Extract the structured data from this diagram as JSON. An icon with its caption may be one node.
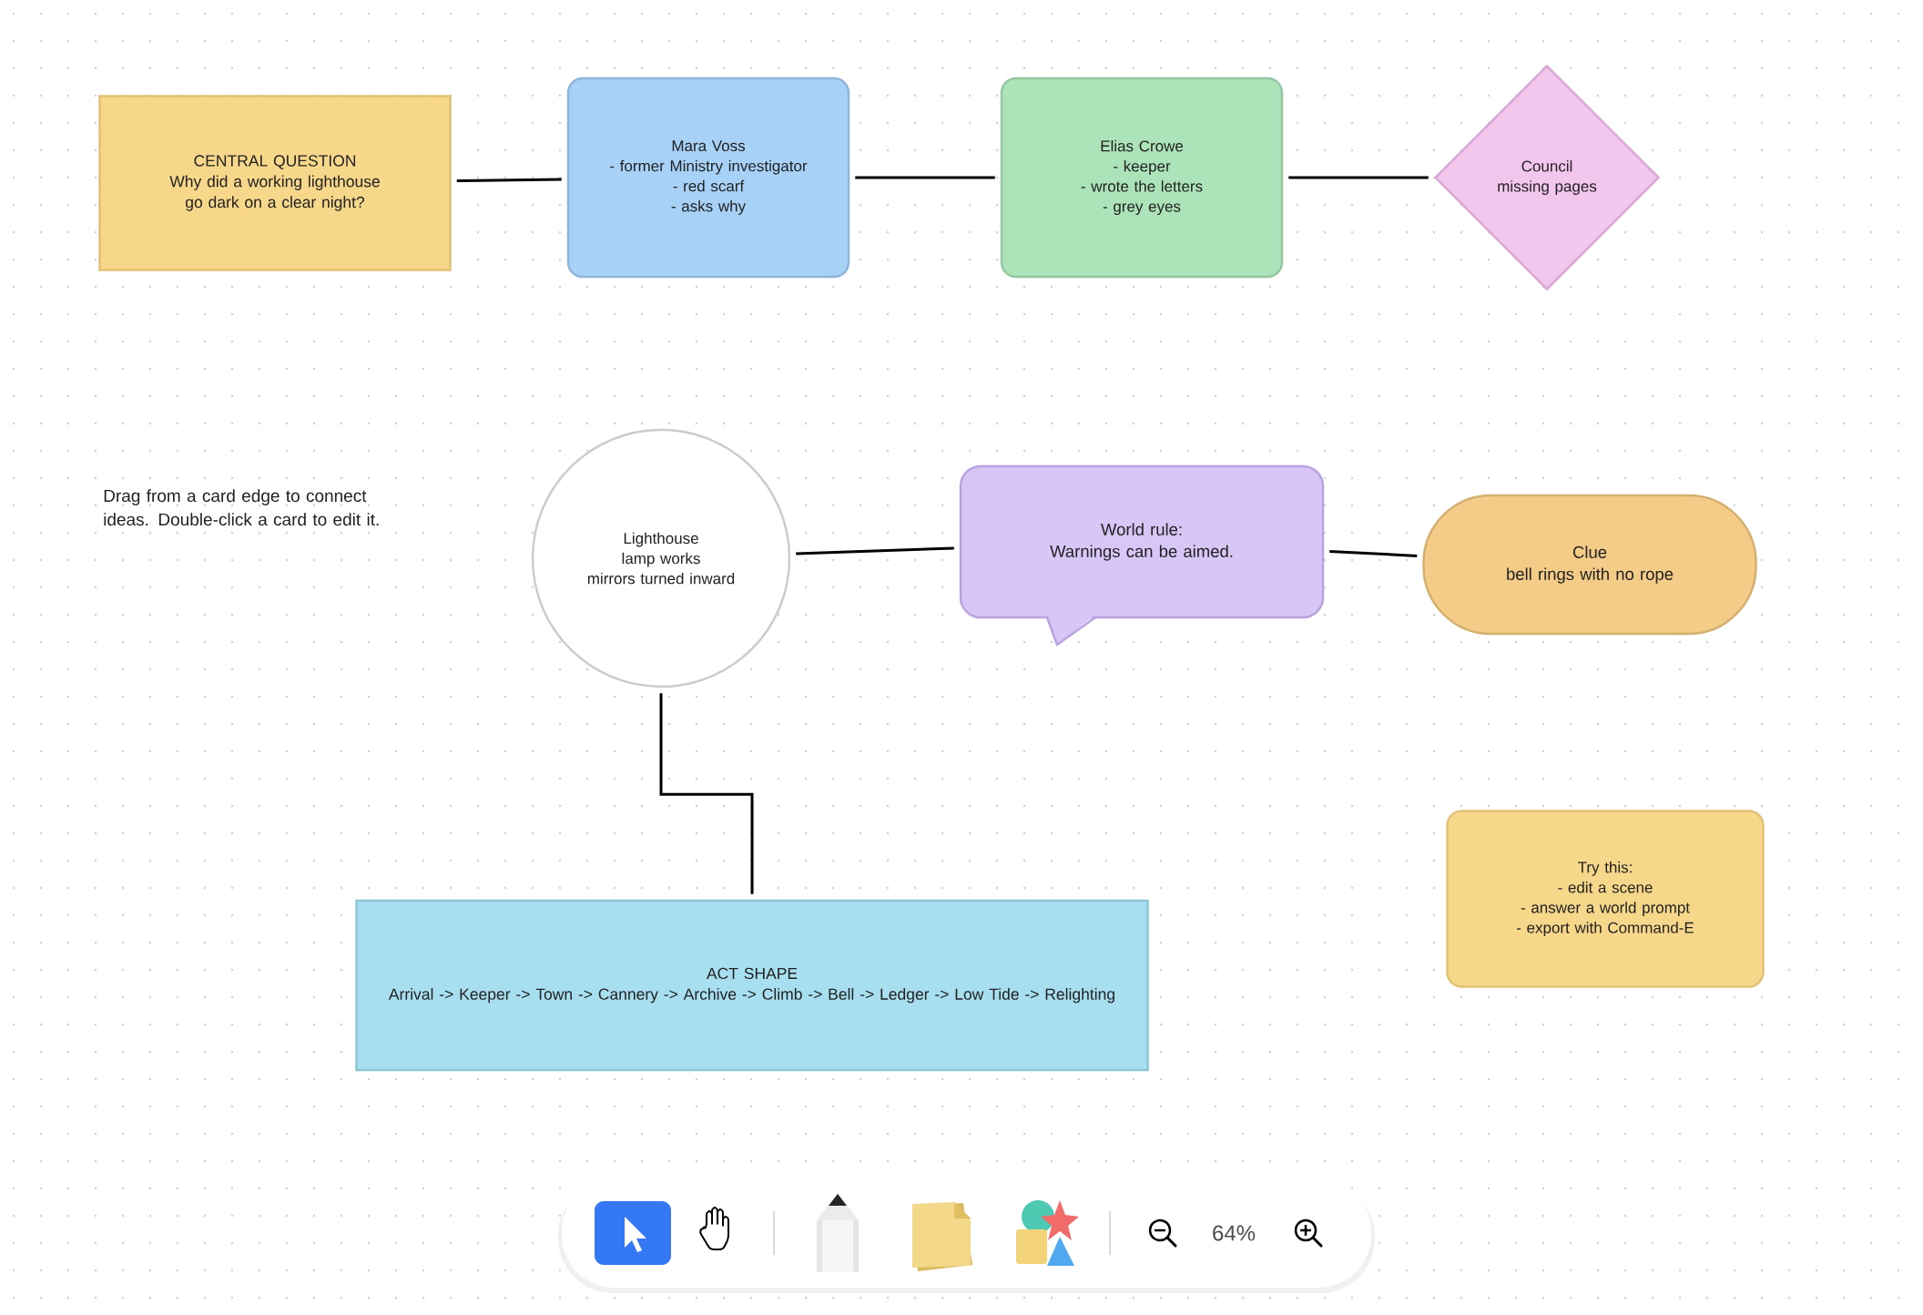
{
  "diagram": {
    "nodes": [
      {
        "text": [
          "CENTRAL QUESTION",
          "Why did a working lighthouse go dark on a clear night?"
        ]
      },
      {
        "text": [
          "Mara Voss",
          "- former Ministry investigator",
          "- red scarf",
          "- asks why"
        ]
      },
      {
        "text": [
          "Elias Crowe",
          "- keeper",
          "- wrote the letters",
          "- grey eyes"
        ]
      },
      {
        "text": [
          "Council",
          "missing pages"
        ]
      },
      {
        "text": [
          "Lighthouse",
          "lamp works",
          "mirrors turned inward"
        ]
      },
      {
        "text": [
          "World rule:",
          "Warnings can be aimed."
        ]
      },
      {
        "text": [
          "Clue",
          "bell rings with no rope"
        ]
      },
      {
        "text": [
          "ACT SHAPE",
          "Arrival -> Keeper -> Town -> Cannery -> Archive -> Climb -> Bell -> Ledger -> Low Tide -> Relighting"
        ]
      },
      {
        "text": [
          "Try this:",
          "- edit a scene",
          "- answer a world prompt",
          "- export with Command-E"
        ]
      }
    ],
    "edges": [
      {
        "from": 0,
        "to": 1,
        "arrow": "none"
      },
      {
        "from": 1,
        "to": 2,
        "arrow": "none"
      },
      {
        "from": 2,
        "to": 3,
        "arrow": "none"
      },
      {
        "from": 4,
        "to": 5,
        "arrow": "none"
      },
      {
        "from": 5,
        "to": 6,
        "arrow": "none"
      },
      {
        "from": 4,
        "to": 7,
        "arrow": "none"
      }
    ],
    "labels": [
      "Drag from a card edge to connect ideas. Double-click a card to edit it.",
      "64%"
    ]
  }
}
